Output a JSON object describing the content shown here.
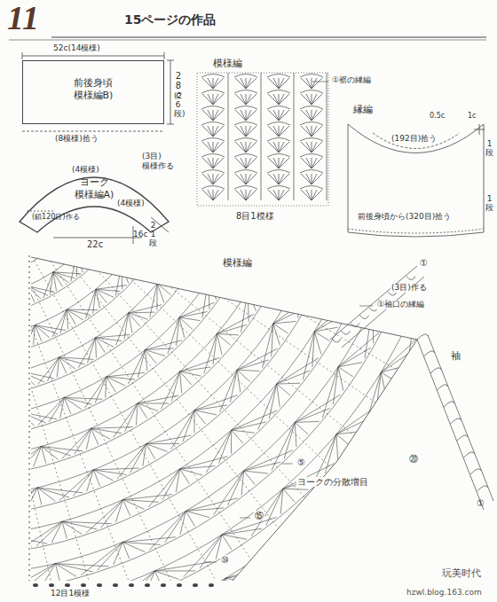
{
  "diagram": {
    "title": "15ページの作品",
    "nodes": [
      {
        "text": [
          "前後身頃",
          "模様編B)"
        ]
      },
      {
        "text": [
          "ヨーク",
          "模様編A)"
        ]
      }
    ],
    "labels": [
      "11",
      "52c(14模様)",
      "28c",
      "(26段)",
      "(8模様)拾う",
      "(4模様)",
      "(3目)",
      "模様作る",
      "(4模様)",
      "(鎖120目)作る",
      "22c",
      "16c",
      "21段",
      "模様編",
      "①裾の縁編",
      "8目1模様",
      "縁編",
      "(192目)拾う",
      "0.5c",
      "1c",
      "1段",
      "1段",
      "前後身頃から(320目)拾う",
      "模様編",
      "①",
      "(3目)作る",
      "①袖口の縁編",
      "袖",
      "⑳",
      "ヨークの分散増目",
      "⑤",
      "⑮",
      "⑩",
      "12目1模様",
      "①",
      "玩美时代",
      "hzwl.blog.163.com"
    ]
  }
}
